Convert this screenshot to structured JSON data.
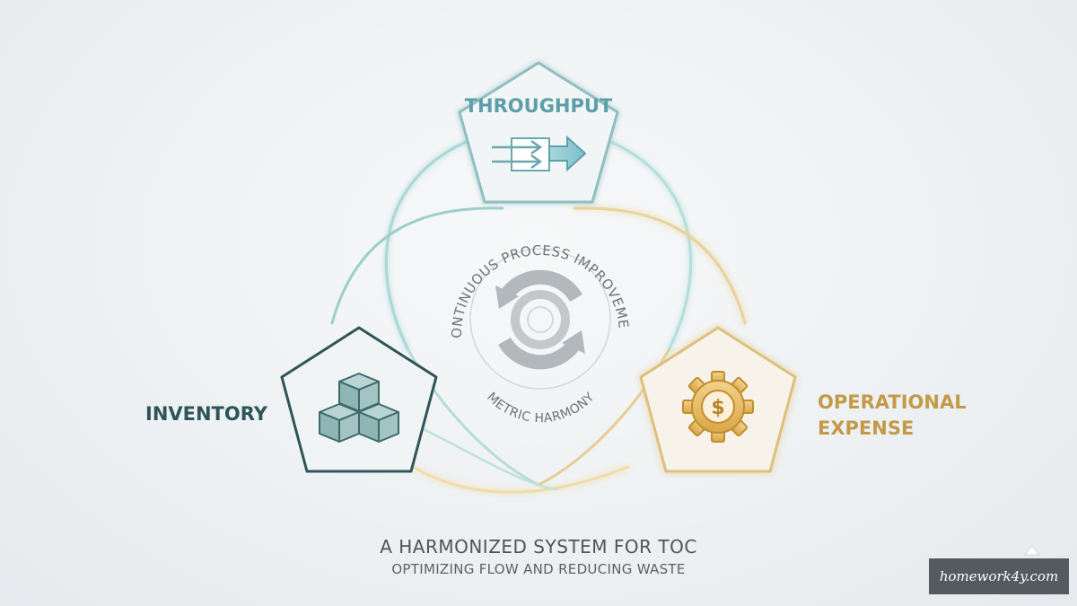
{
  "nodes": {
    "throughput": {
      "label": "THROUGHPUT",
      "icon": "arrow-flow-icon",
      "color": "#5d9ea8"
    },
    "inventory": {
      "label": "INVENTORY",
      "icon": "stacked-boxes-icon",
      "color": "#2d5559"
    },
    "operational_expense": {
      "line1": "OPERATIONAL",
      "line2": "EXPENSE",
      "icon": "dollar-gear-icon",
      "color": "#c39a48"
    }
  },
  "center": {
    "top_arc_text": "CONTINUOUS PROCESS IMPROVEMENT",
    "bottom_arc_text": "METRIC HARMONY",
    "icon": "cycle-arrows-icon"
  },
  "caption": {
    "title": "A HARMONIZED SYSTEM FOR TOC",
    "subtitle": "OPTIMIZING FLOW AND REDUCING WASTE"
  },
  "watermark": "homework4y.com",
  "colors": {
    "teal": "#7fc4c2",
    "dark_teal": "#2d5559",
    "gold": "#d8b56a"
  }
}
